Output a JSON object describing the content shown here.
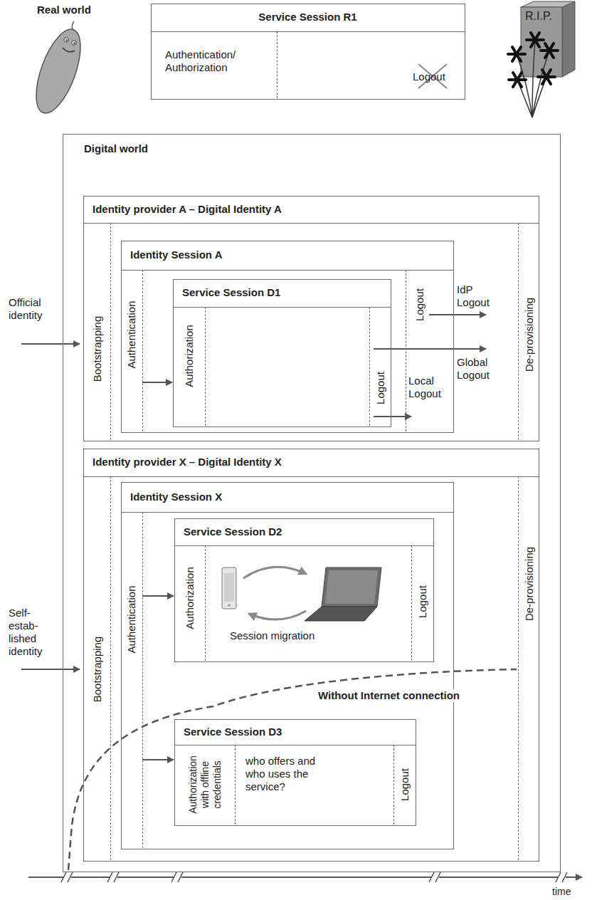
{
  "diagram": {
    "nodes": [
      {
        "text": [
          "Service Session R1",
          "Authentication/ Authorization",
          "Logout"
        ]
      },
      {
        "text": [
          "Digital world"
        ]
      },
      {
        "text": [
          "Identity provider A – Digital Identity A",
          "Bootstrapping",
          "De-provisioning"
        ],
        "in": 1
      },
      {
        "text": [
          "Identity Session A",
          "Authentication",
          "Logout"
        ],
        "in": 2
      },
      {
        "text": [
          "Service Session D1",
          "Authorization",
          "Logout"
        ],
        "in": 3
      },
      {
        "text": [
          "Identity provider X – Digital Identity X",
          "Bootstrapping",
          "De-provisioning"
        ],
        "in": 1
      },
      {
        "text": [
          "Identity Session X",
          "Authentication"
        ],
        "in": 5
      },
      {
        "text": [
          "Service Session D2",
          "Authorization",
          "Session migration",
          "Logout"
        ],
        "in": 6
      },
      {
        "text": [
          "Service Session D3",
          "Authorization with offline credentials",
          "who offers and who uses the service?",
          "Logout"
        ],
        "in": 6
      }
    ],
    "edges": [
      {
        "from": 3,
        "to": 4,
        "arrow": "to"
      },
      {
        "from": 6,
        "to": 7,
        "arrow": "to"
      },
      {
        "from": 6,
        "to": 8,
        "arrow": "to"
      }
    ],
    "labels": [
      "Real world",
      "R.I.P.",
      "Official identity",
      "Self- estab- lished identity",
      "IdP Logout",
      "Global Logout",
      "Local Logout",
      "Without Internet connection",
      "time"
    ]
  }
}
